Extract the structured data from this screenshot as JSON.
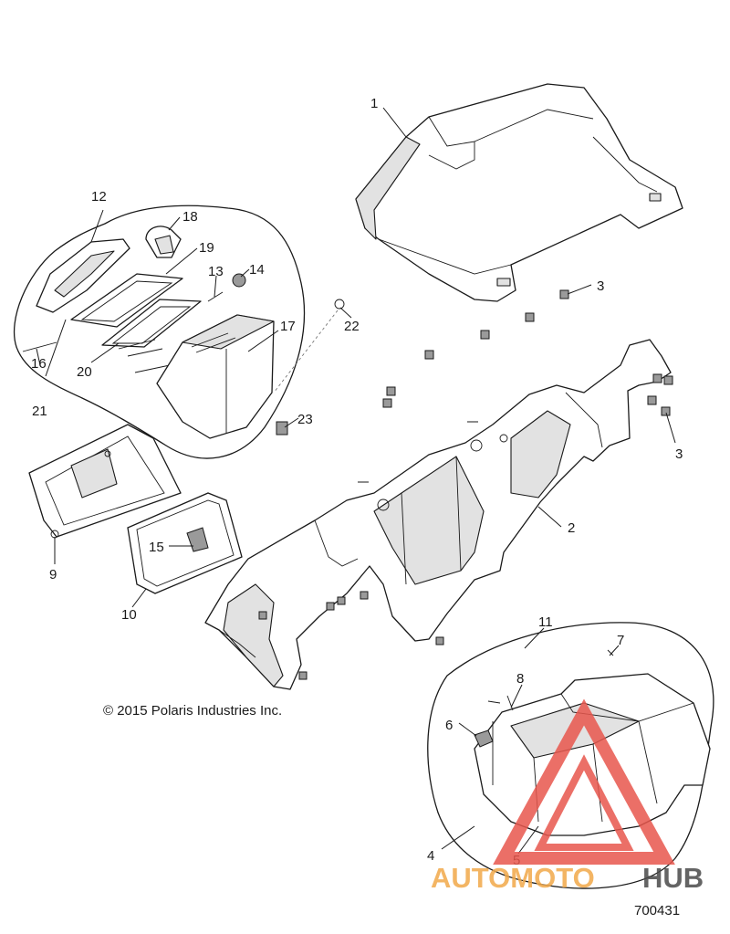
{
  "diagram": {
    "copyright": "© 2015 Polaris Industries Inc.",
    "figure_id": "700431",
    "watermark": {
      "brand_left": "AUTOMOTO",
      "brand_right": "HUB",
      "accent_color": "#e8574d",
      "dark_color": "#4a4a4a"
    },
    "callouts": [
      {
        "id": "c1",
        "label": "1"
      },
      {
        "id": "c2",
        "label": "2"
      },
      {
        "id": "c3a",
        "label": "3"
      },
      {
        "id": "c3b",
        "label": "3"
      },
      {
        "id": "c4",
        "label": "4"
      },
      {
        "id": "c5",
        "label": "5"
      },
      {
        "id": "c6",
        "label": "6"
      },
      {
        "id": "c7",
        "label": "7"
      },
      {
        "id": "c8",
        "label": "8"
      },
      {
        "id": "c9",
        "label": "9"
      },
      {
        "id": "c10",
        "label": "10"
      },
      {
        "id": "c11",
        "label": "11"
      },
      {
        "id": "c12",
        "label": "12"
      },
      {
        "id": "c13",
        "label": "13"
      },
      {
        "id": "c14",
        "label": "14"
      },
      {
        "id": "c15",
        "label": "15"
      },
      {
        "id": "c16",
        "label": "16"
      },
      {
        "id": "c17",
        "label": "17"
      },
      {
        "id": "c18",
        "label": "18"
      },
      {
        "id": "c19",
        "label": "19"
      },
      {
        "id": "c20",
        "label": "20"
      },
      {
        "id": "c21",
        "label": "21"
      },
      {
        "id": "c22",
        "label": "22"
      },
      {
        "id": "c23",
        "label": "23"
      }
    ]
  }
}
